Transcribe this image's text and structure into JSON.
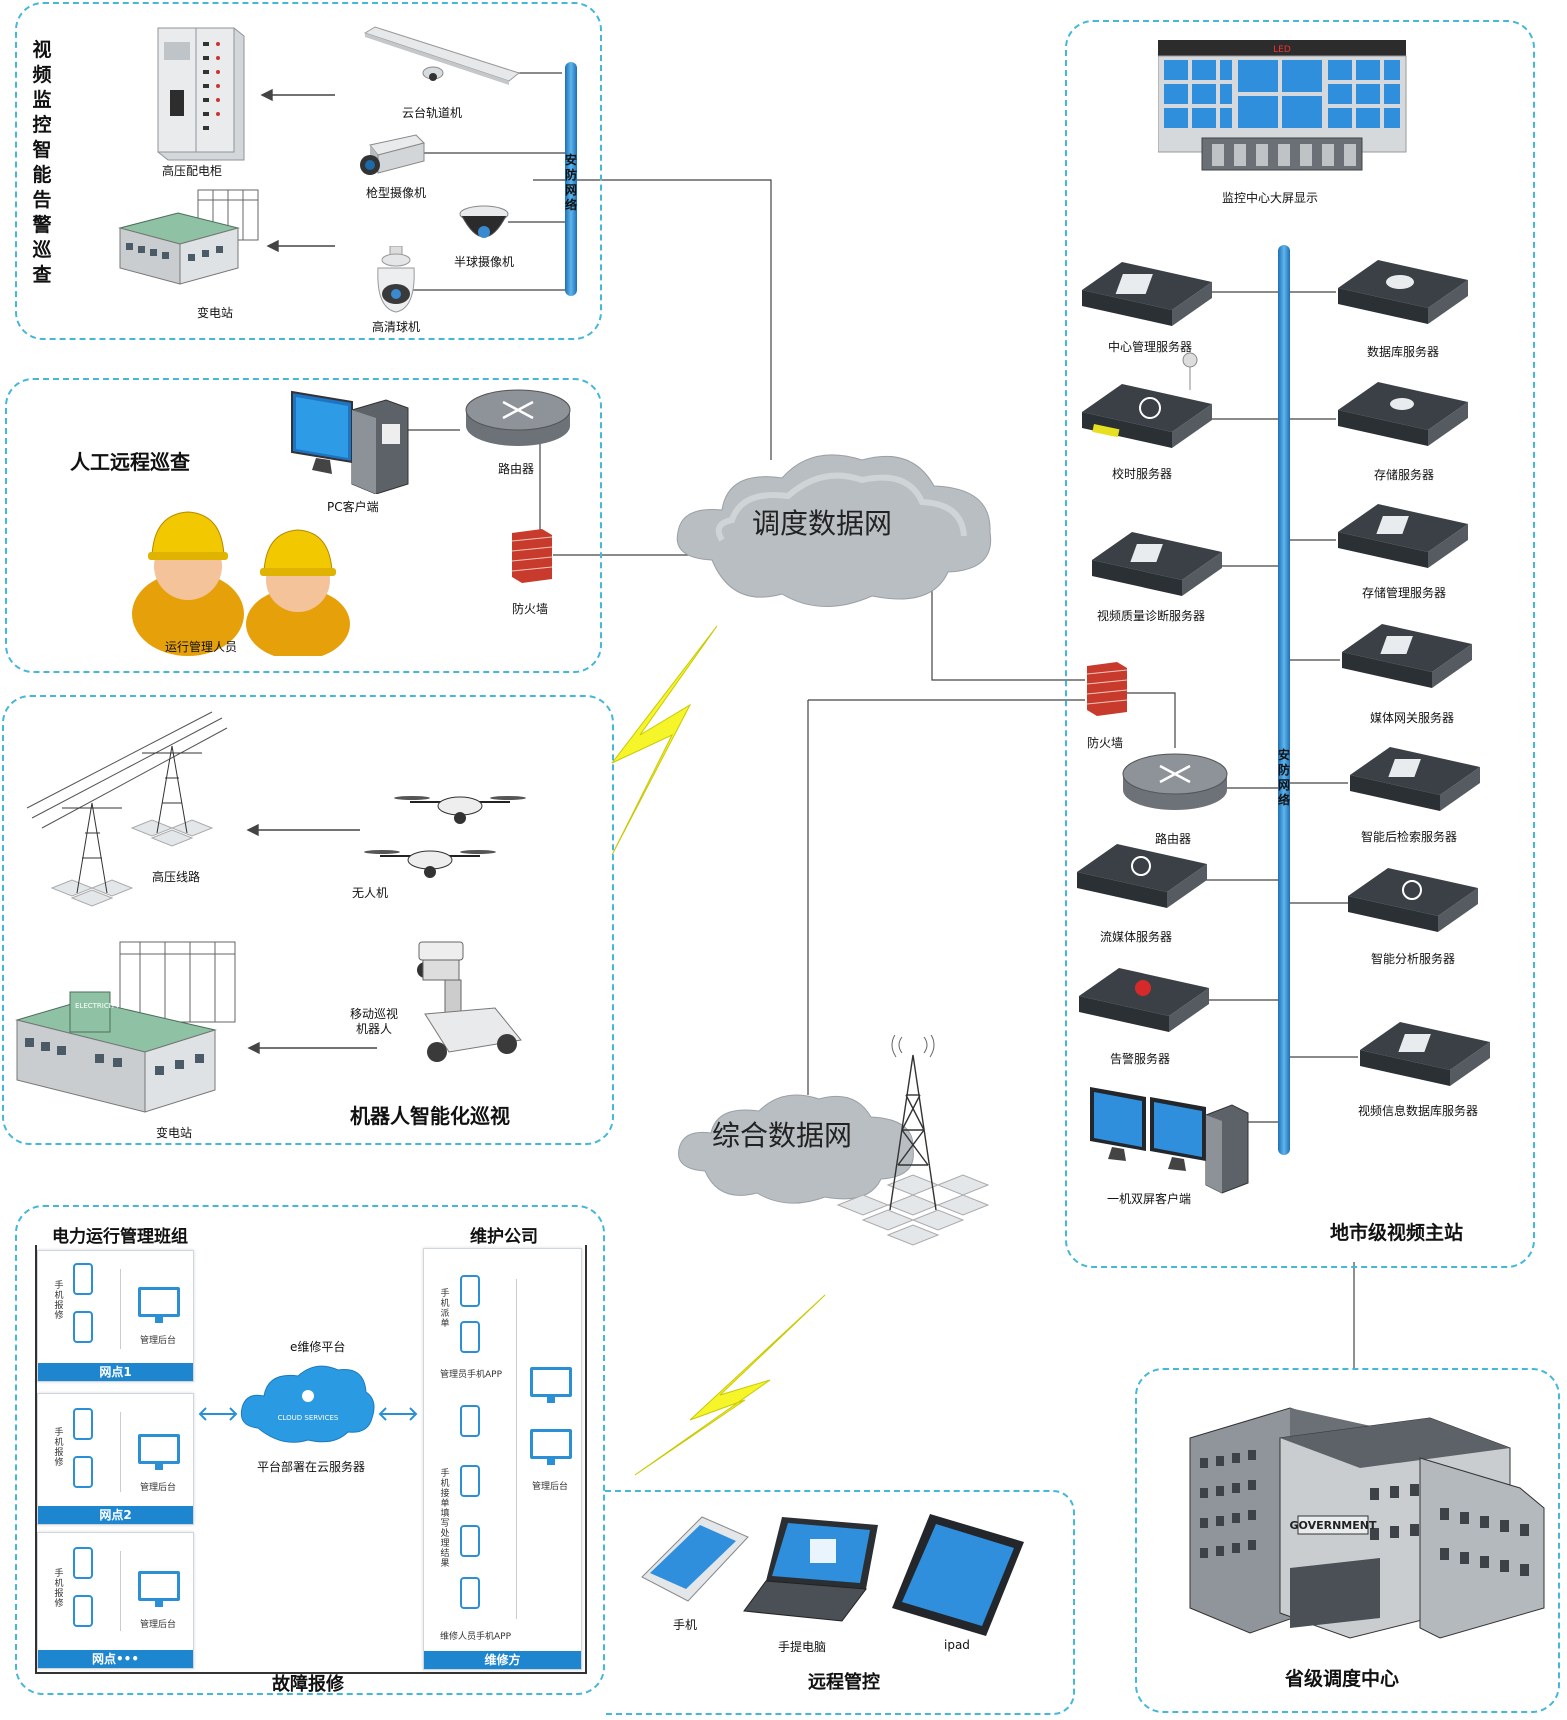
{
  "panels": {
    "video_monitor": {
      "title": "视频监控智能告警巡查",
      "labels": {
        "cabinet": "高压配电柜",
        "rail_camera": "云台轨道机",
        "gun_camera": "枪型摄像机",
        "dome_camera": "半球摄像机",
        "substation": "变电站",
        "hd_ball": "高清球机",
        "security_network": "安防网络"
      }
    },
    "manual": {
      "title": "人工远程巡查",
      "labels": {
        "pc_client": "PC客户端",
        "router": "路由器",
        "firewall": "防火墙",
        "operators": "运行管理人员"
      }
    },
    "robot": {
      "title": "机器人智能化巡视",
      "labels": {
        "hv_line": "高压线路",
        "drone": "无人机",
        "robot": "移动巡视\n机器人",
        "substation": "变电站"
      }
    },
    "fault": {
      "title": "故障报修",
      "left_header": "电力运行管理班组",
      "right_header": "维护公司",
      "platform_title": "e维修平台",
      "cloud_text": "CLOUD SERVICES",
      "platform_caption": "平台部署在云服务器",
      "sites": [
        {
          "bar": "网点1",
          "side": "手机报修",
          "console": "管理后台"
        },
        {
          "bar": "网点2",
          "side": "手机报修",
          "console": "管理后台"
        },
        {
          "bar": "网点•••",
          "side": "手机报修",
          "console": "管理后台"
        }
      ],
      "maint": {
        "side1": "手机派单",
        "app1": "管理员手机APP",
        "side2": "手机接单 填写处理结果",
        "app2": "维修人员手机APP",
        "console": "管理后台",
        "bar": "维修方"
      }
    },
    "remote": {
      "title": "远程管控",
      "labels": {
        "phone": "手机",
        "laptop": "手提电脑",
        "ipad": "ipad"
      }
    },
    "city": {
      "title": "地市级视频主站",
      "labels": {
        "big_screen": "监控中心大屏显示",
        "led": "LED",
        "center_mgmt": "中心管理服务器",
        "database": "数据库服务器",
        "time": "校时服务器",
        "storage": "存储服务器",
        "vq_diag": "视频质量诊断服务器",
        "storage_mgmt": "存储管理服务器",
        "media_gw": "媒体网关服务器",
        "firewall": "防火墙",
        "router": "路由器",
        "smart_search": "智能后检索服务器",
        "stream": "流媒体服务器",
        "analysis": "智能分析服务器",
        "alarm": "告警服务器",
        "video_db": "视频信息数据库服务器",
        "dual_client": "一机双屏客户端",
        "security_network": "安防网络"
      }
    },
    "province": {
      "title": "省级调度中心",
      "sign": "GOVERNMENT"
    }
  },
  "clouds": {
    "dispatch": "调度数据网",
    "integrated": "综合数据网"
  },
  "substation_sign": "ELECTRICITY"
}
